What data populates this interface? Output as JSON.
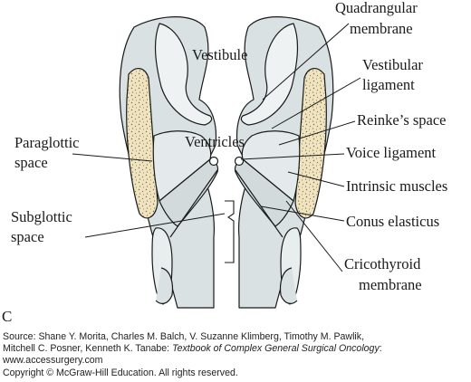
{
  "colors": {
    "tissue": "#d9e1e2",
    "tissue_light": "#eef2f3",
    "fat": "#efe3c0",
    "stroke": "#1a1a1a"
  },
  "labels": {
    "vestibule": "Vestibule",
    "ventricles": "Ventricles",
    "paraglottic_1": "Paraglottic",
    "paraglottic_2": "space",
    "subglottic_1": "Subglottic",
    "subglottic_2": "space",
    "quadrangular_1": "Quadrangular",
    "quadrangular_2": "membrane",
    "vestibular_1": "Vestibular",
    "vestibular_2": "ligament",
    "reinkes": "Reinke’s space",
    "voice_ligament": "Voice ligament",
    "intrinsic_muscles": "Intrinsic muscles",
    "conus": "Conus elasticus",
    "cricothyroid_1": "Cricothyroid",
    "cricothyroid_2": "membrane",
    "panel": "C"
  },
  "footer": {
    "line1_prefix": "Source: Shane Y. Morita, Charles M. Balch, V. Suzanne Klimberg, Timothy M. Pawlik,",
    "line2_prefix": "Mitchell C. Posner, Kenneth K. Tanabe: ",
    "line2_title": "Textbook of Complex General Surgical Oncology",
    "line2_suffix": ":",
    "line3": "www.accessurgery.com",
    "line4": "Copyright © McGraw-Hill Education. All rights reserved."
  }
}
